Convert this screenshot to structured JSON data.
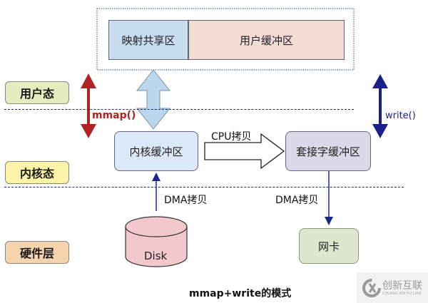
{
  "layers": {
    "user": {
      "label": "用户态",
      "color": "#e6ecbf"
    },
    "kernel": {
      "label": "内核态",
      "color": "#fbf3a8"
    },
    "hardware": {
      "label": "硬件层",
      "color": "#f5d3ad"
    }
  },
  "user_space": {
    "mapped_region": {
      "label": "映射共享区",
      "color": "#c7dcee"
    },
    "user_buffer": {
      "label": "用户缓冲区",
      "color": "#f3dcd6"
    }
  },
  "kernel_space": {
    "kernel_buffer": {
      "label": "内核缓冲区",
      "color": "#dce8f8"
    },
    "socket_buffer": {
      "label": "套接字缓冲区",
      "color": "#ddd8e8"
    }
  },
  "hardware": {
    "disk": {
      "label": "Disk",
      "color": "#f2c8cc"
    },
    "nic": {
      "label": "网卡",
      "color": "#dde7d0"
    }
  },
  "arrows": {
    "mmap": {
      "label": "mmap()",
      "color": "#b22222"
    },
    "write": {
      "label": "write()",
      "color": "#1a1f8c"
    },
    "cpu_copy": {
      "label": "CPU拷贝"
    },
    "dma_copy_in": {
      "label": "DMA拷贝"
    },
    "dma_copy_out": {
      "label": "DMA拷贝"
    }
  },
  "caption": "mmap+write的模式",
  "watermark": {
    "brand": "创新互联",
    "sub": "CHUANG XIN HU LIAN"
  }
}
